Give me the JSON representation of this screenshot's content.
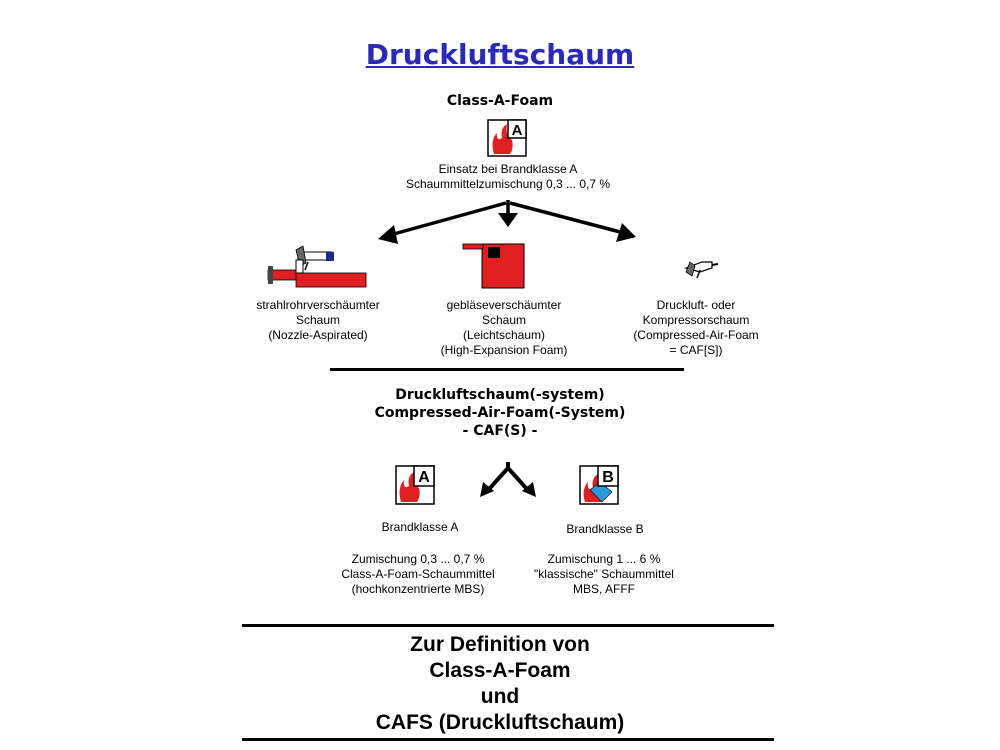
{
  "title": "Druckluftschaum",
  "class_a": {
    "heading": "Class-A-Foam",
    "icon_letter": "A",
    "line1": "Einsatz bei Brandklasse A",
    "line2": "Schaummittelzumischung 0,3 ... 0,7 %"
  },
  "methods": [
    {
      "lines": [
        "strahlrohrverschäumter",
        "Schaum",
        "(Nozzle-Aspirated)"
      ]
    },
    {
      "lines": [
        "gebläseverschäumter",
        "Schaum",
        "(Leichtschaum)",
        "(High-Expansion Foam)"
      ]
    },
    {
      "lines": [
        "Druckluft- oder",
        "Kompressorschaum",
        "(Compressed-Air-Foam",
        "= CAF[S])"
      ]
    }
  ],
  "caf": {
    "line1": "Druckluftschaum(-system)",
    "line2": "Compressed-Air-Foam(-System)",
    "line3": "- CAF(S) -"
  },
  "classes": [
    {
      "icon_letter": "A",
      "label": "Brandklasse A",
      "lines": [
        "Zumischung 0,3 ... 0,7 %",
        "Class-A-Foam-Schaummittel",
        "(hochkonzentrierte MBS)"
      ]
    },
    {
      "icon_letter": "B",
      "label": "Brandklasse B",
      "lines": [
        "Zumischung 1 ... 6 %",
        "\"klassische\" Schaummittel",
        "MBS, AFFF"
      ]
    }
  ],
  "definition": {
    "line1": "Zur Definition von",
    "line2": "Class-A-Foam",
    "line3": "und",
    "line4": "CAFS (Druckluftschaum)"
  }
}
